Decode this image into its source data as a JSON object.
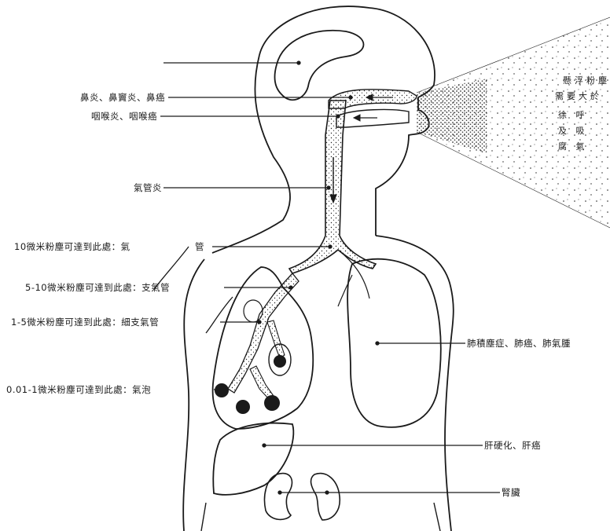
{
  "labels": {
    "brain": "",
    "nose": "鼻炎、鼻竇炎、鼻癌",
    "throat": "咽喉炎、咽喉癌",
    "trachea_disease": "氣管炎",
    "particle_10": "10微米粉塵可達到此處：氣",
    "particle_10_tail": "管",
    "particle_5_10": "5-10微米粉塵可達到此處：支氣管",
    "particle_1_5": "1-5微米粉塵可達到此處：細支氣管",
    "particle_001_1": "0.01-1微米粉塵可達到此處：氣泡",
    "lungs": "肺積塵症、肺癌、肺氣腫",
    "liver": "肝硬化、肝癌",
    "kidney": "腎臟"
  },
  "particulate_text": {
    "line1": "懸浮粉塵",
    "line2": "需要大於",
    "line3": "徐  呼",
    "line4": "及  吸",
    "line5": "腐  氣"
  },
  "colors": {
    "ink": "#1a1a1a",
    "paper": "#ffffff"
  }
}
